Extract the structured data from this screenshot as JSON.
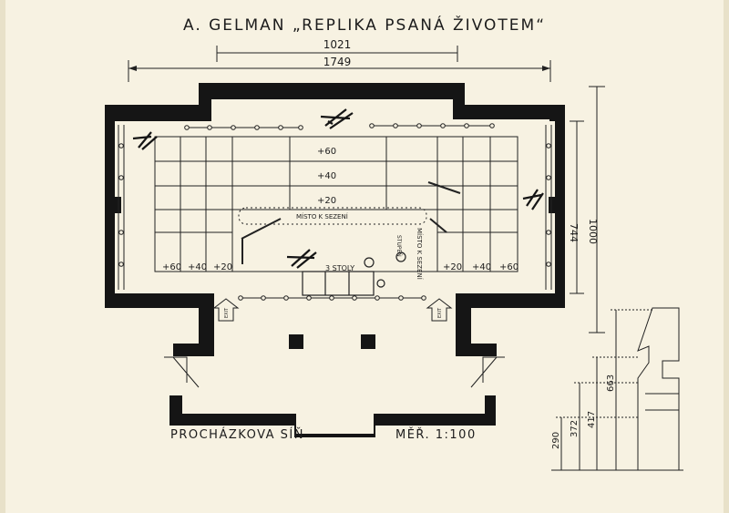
{
  "title": "A. GELMAN „REPLIKA PSANÁ ŽIVOTEM“",
  "room_name": "PROCHÁZKOVA SÍŇ",
  "scale": "MĚŘ. 1:100",
  "dimensions": {
    "inner_width": "1021",
    "outer_width": "1749",
    "depth_inner": "744",
    "depth_outer": "1000"
  },
  "seating": {
    "rows_center": [
      "+60",
      "+40",
      "+20"
    ],
    "rows_left": [
      "+60",
      "+40",
      "+20"
    ],
    "rows_right": [
      "+20",
      "+40",
      "+60"
    ]
  },
  "notes": {
    "seat_place_horizontal": "MÍSTO K SEZENÍ",
    "seat_place_vertical": "MÍSTO K SEZENÍ",
    "tables": "3 STOLY",
    "stairs": "STUPEŇ"
  },
  "exit_label": "EXIT",
  "elevation_heights": [
    "290",
    "372",
    "417",
    "663"
  ]
}
